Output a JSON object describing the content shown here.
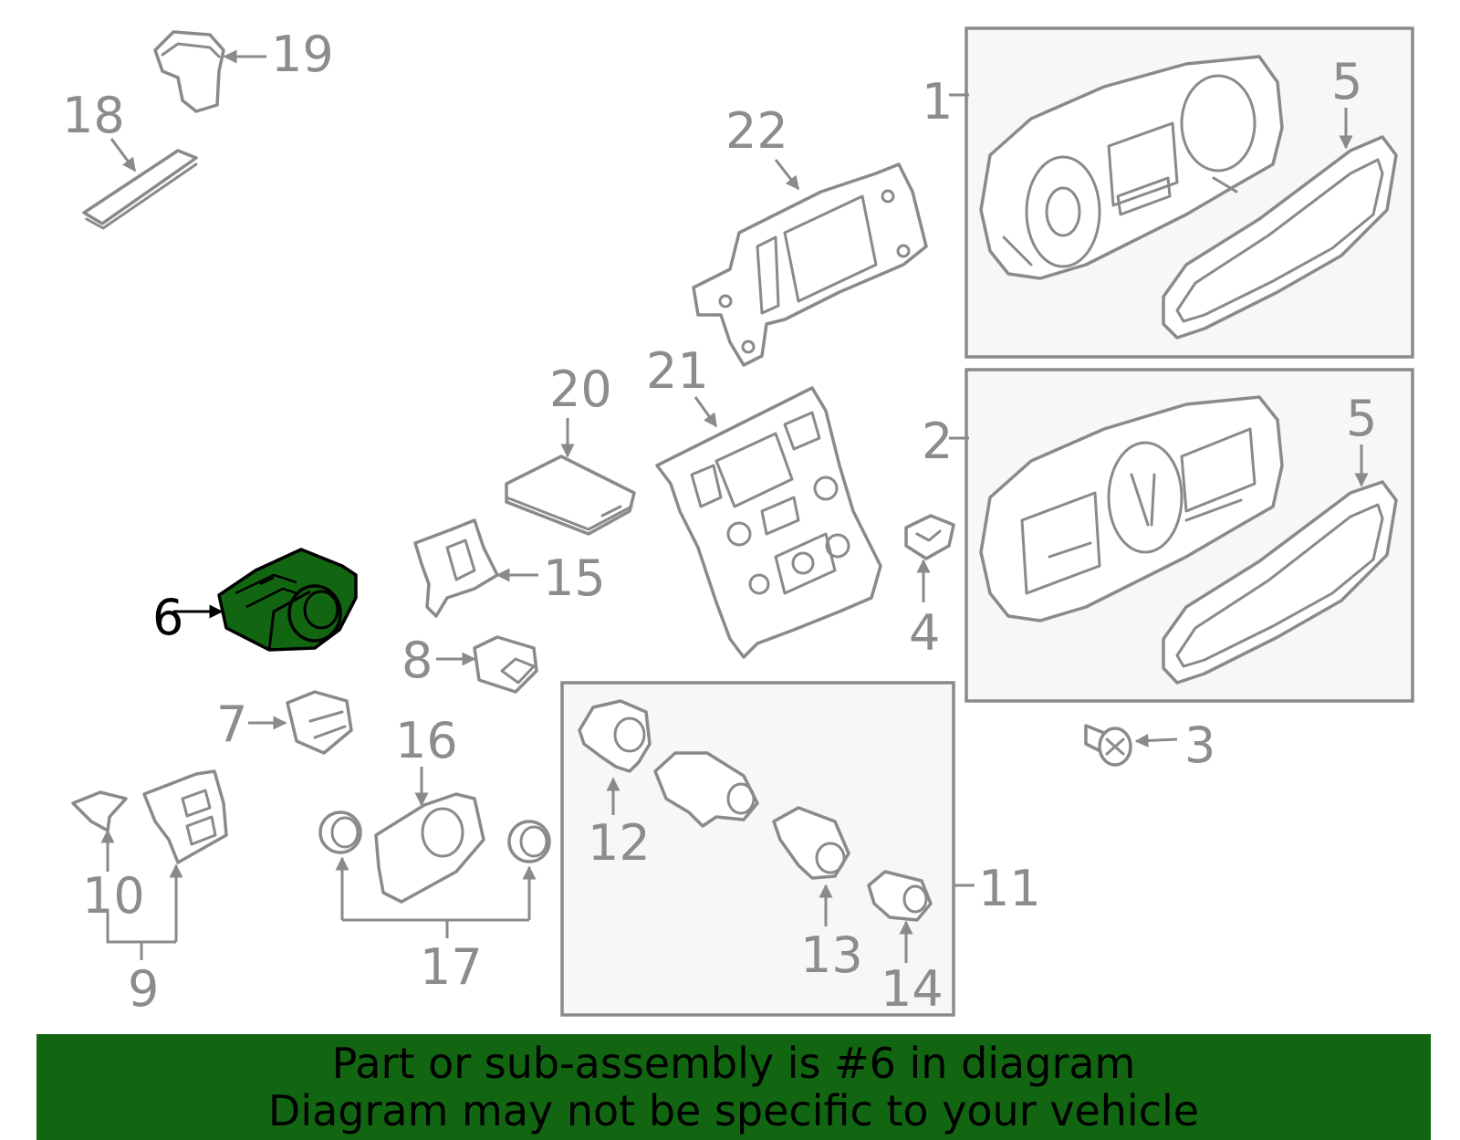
{
  "diagram": {
    "callouts": {
      "c1": "1",
      "c2": "2",
      "c3": "3",
      "c4": "4",
      "c5a": "5",
      "c5b": "5",
      "c6": "6",
      "c7": "7",
      "c8": "8",
      "c9": "9",
      "c10": "10",
      "c11": "11",
      "c12": "12",
      "c13": "13",
      "c14": "14",
      "c15": "15",
      "c16": "16",
      "c17": "17",
      "c18": "18",
      "c19": "19",
      "c20": "20",
      "c21": "21",
      "c22": "22"
    },
    "highlighted_part": "6",
    "colors": {
      "highlight_fill": "#126612",
      "line_gray": "#8a8a8a",
      "box_fill": "#f7f7f7",
      "banner_bg": "#126612"
    }
  },
  "banner": {
    "line1": "Part or sub-assembly is #6 in diagram",
    "line2": "Diagram may not be specific to your vehicle"
  }
}
